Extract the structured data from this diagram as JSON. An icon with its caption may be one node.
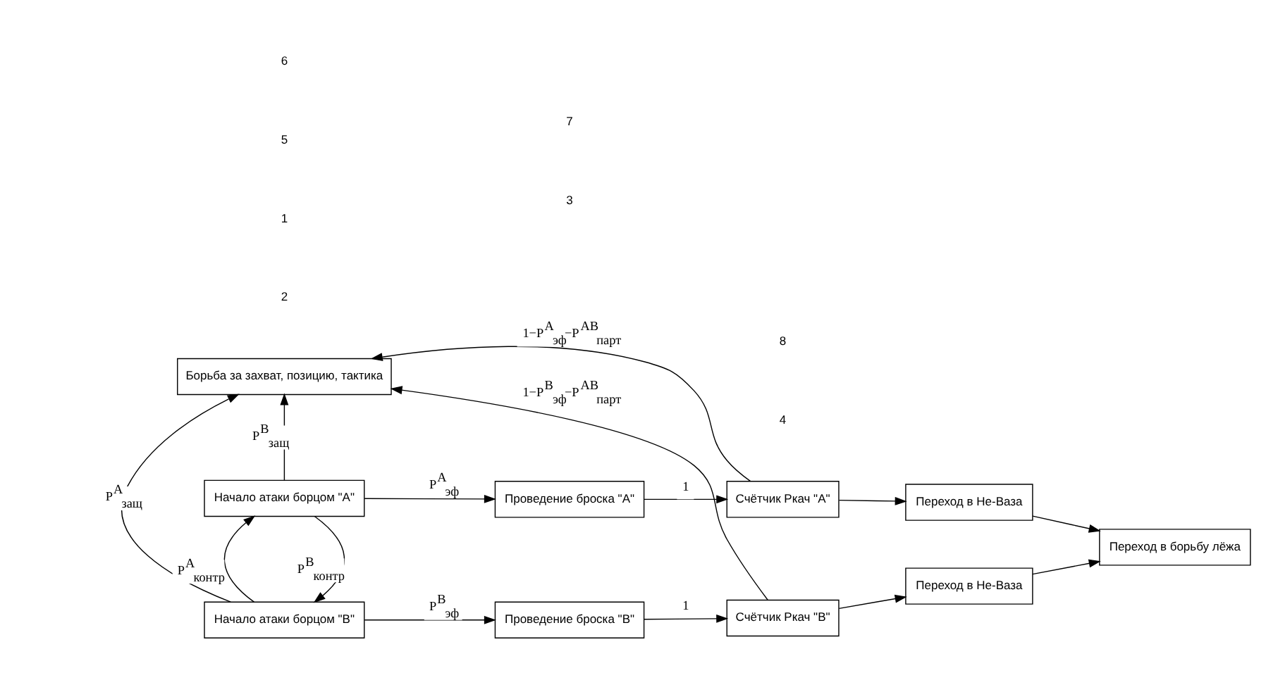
{
  "diagram": {
    "nodes": [
      {
        "text": [
          "Борьба за захват, позицию, тактика"
        ]
      },
      {
        "text": [
          "Начало атаки борцом \"А\""
        ]
      },
      {
        "text": [
          "Проведение броска \"А\""
        ]
      },
      {
        "text": [
          "Счётчик Ркач \"А\""
        ]
      },
      {
        "text": [
          "Переход в Не-Ваза"
        ]
      },
      {
        "text": [
          "Переход в борьбу лёжа"
        ]
      },
      {
        "text": [
          "Начало атаки борцом \"В\""
        ]
      },
      {
        "text": [
          "Проведение броска \"В\""
        ]
      },
      {
        "text": [
          "Счётчик Ркач \"В\""
        ]
      },
      {
        "text": [
          "Переход в Не-Ваза"
        ]
      }
    ],
    "edges": [
      {
        "from": 3,
        "to": 0,
        "arrow": "to",
        "label": "1−P$^{A}$$_{эф}$−P$^{AB}$$_{парт}$"
      },
      {
        "from": 1,
        "to": 0,
        "arrow": "to",
        "label": "P$^{B}$$_{защ}$"
      },
      {
        "from": 1,
        "to": 2,
        "arrow": "to",
        "label": "P$^{A}$$_{эф}$"
      },
      {
        "from": 2,
        "to": 3,
        "arrow": "to",
        "label": "1"
      },
      {
        "from": 3,
        "to": 4,
        "arrow": "to"
      },
      {
        "from": 1,
        "to": 6,
        "arrow": "to",
        "label": "P$^{B}$$_{контр}$"
      },
      {
        "from": 6,
        "to": 1,
        "arrow": "to",
        "label": "P$^{A}$$_{контр}$"
      },
      {
        "from": 4,
        "to": 5,
        "arrow": "to"
      },
      {
        "from": 6,
        "to": 0,
        "arrow": "to",
        "label": "P$^{A}$$_{защ}$"
      },
      {
        "from": 6,
        "to": 7,
        "arrow": "to",
        "label": "P$^{B}$$_{эф}$"
      },
      {
        "from": 7,
        "to": 8,
        "arrow": "to",
        "label": "1"
      },
      {
        "from": 8,
        "to": 9,
        "arrow": "to"
      },
      {
        "from": 9,
        "to": 5,
        "arrow": "to"
      },
      {
        "from": 8,
        "to": 0,
        "arrow": "to",
        "label": "1−P$^{B}$$_{эф}$−P$^{AB}$$_{парт}$"
      }
    ],
    "labels": [
      "2",
      "3",
      "4",
      "1",
      "5",
      "6",
      "7",
      "8"
    ]
  }
}
